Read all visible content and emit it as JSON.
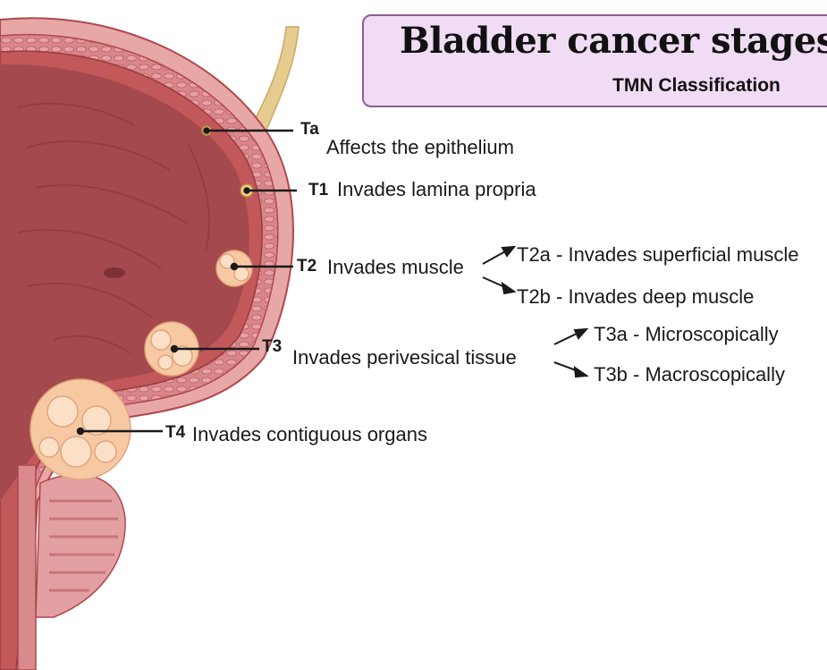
{
  "header": {
    "title": "Bladder cancer stages",
    "subtitle": "TMN Classification"
  },
  "stages": [
    {
      "code": "Ta",
      "description": "Affects the epithelium"
    },
    {
      "code": "T1",
      "description": "Invades lamina propria"
    },
    {
      "code": "T2",
      "description": "Invades muscle",
      "substages": [
        "T2a - Invades superficial muscle",
        "T2b -  Invades deep muscle"
      ]
    },
    {
      "code": "T3",
      "description": "Invades perivesical tissue",
      "substages": [
        "T3a - Microscopically",
        "T3b -  Macroscopically"
      ]
    },
    {
      "code": "T4",
      "description": "Invades contiguous organs"
    }
  ],
  "colors": {
    "title_box_fill": "#f0dcf5",
    "title_box_border": "#8c5f93",
    "bladder_wall": "#c2585a",
    "bladder_lumen": "#a44a4e",
    "tumor": "#f6c9a3",
    "ureter": "#e6cc8e"
  }
}
